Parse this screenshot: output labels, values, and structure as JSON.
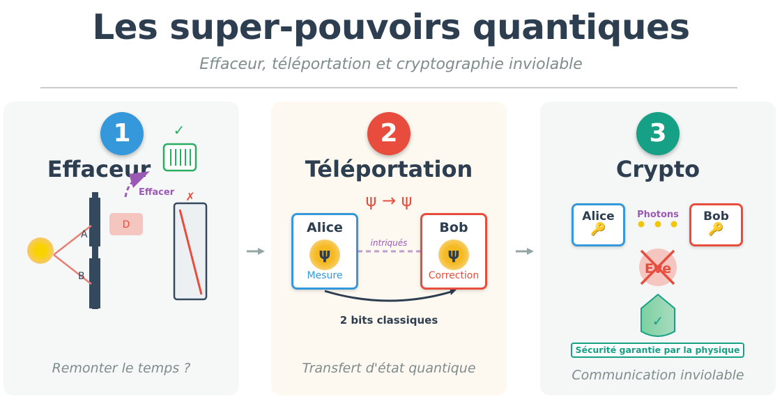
{
  "header": {
    "title": "Les super-pouvoirs quantiques",
    "subtitle": "Effaceur, téléportation et cryptographie inviolable"
  },
  "colors": {
    "blue": "#3498db",
    "red": "#e74c3c",
    "green": "#16a085",
    "purple": "#9b59b6",
    "dark": "#2c3e50",
    "yellow": "#f1c40f"
  },
  "cards": [
    {
      "number": "1",
      "title": "Effaceur",
      "footer": "Remonter le temps ?",
      "labels": {
        "erase": "Effacer",
        "slit_a": "A",
        "slit_b": "B",
        "detector": "D",
        "check": "✓",
        "cross": "✗"
      }
    },
    {
      "number": "2",
      "title": "Téléportation",
      "footer": "Transfert d'état quantique",
      "state": "ψ → ψ",
      "alice": {
        "name": "Alice",
        "symbol": "ψ",
        "action": "Mesure"
      },
      "bob": {
        "name": "Bob",
        "symbol": "ψ",
        "action": "Correction"
      },
      "link": "intriqués",
      "channel": "2 bits classiques"
    },
    {
      "number": "3",
      "title": "Crypto",
      "footer": "Communication inviolable",
      "alice": {
        "name": "Alice",
        "icon": "🔑"
      },
      "bob": {
        "name": "Bob",
        "icon": "🔑"
      },
      "photons": "Photons",
      "eve": "Eve",
      "shield": "✓",
      "badge": "Sécurité garantie par la physique"
    }
  ]
}
